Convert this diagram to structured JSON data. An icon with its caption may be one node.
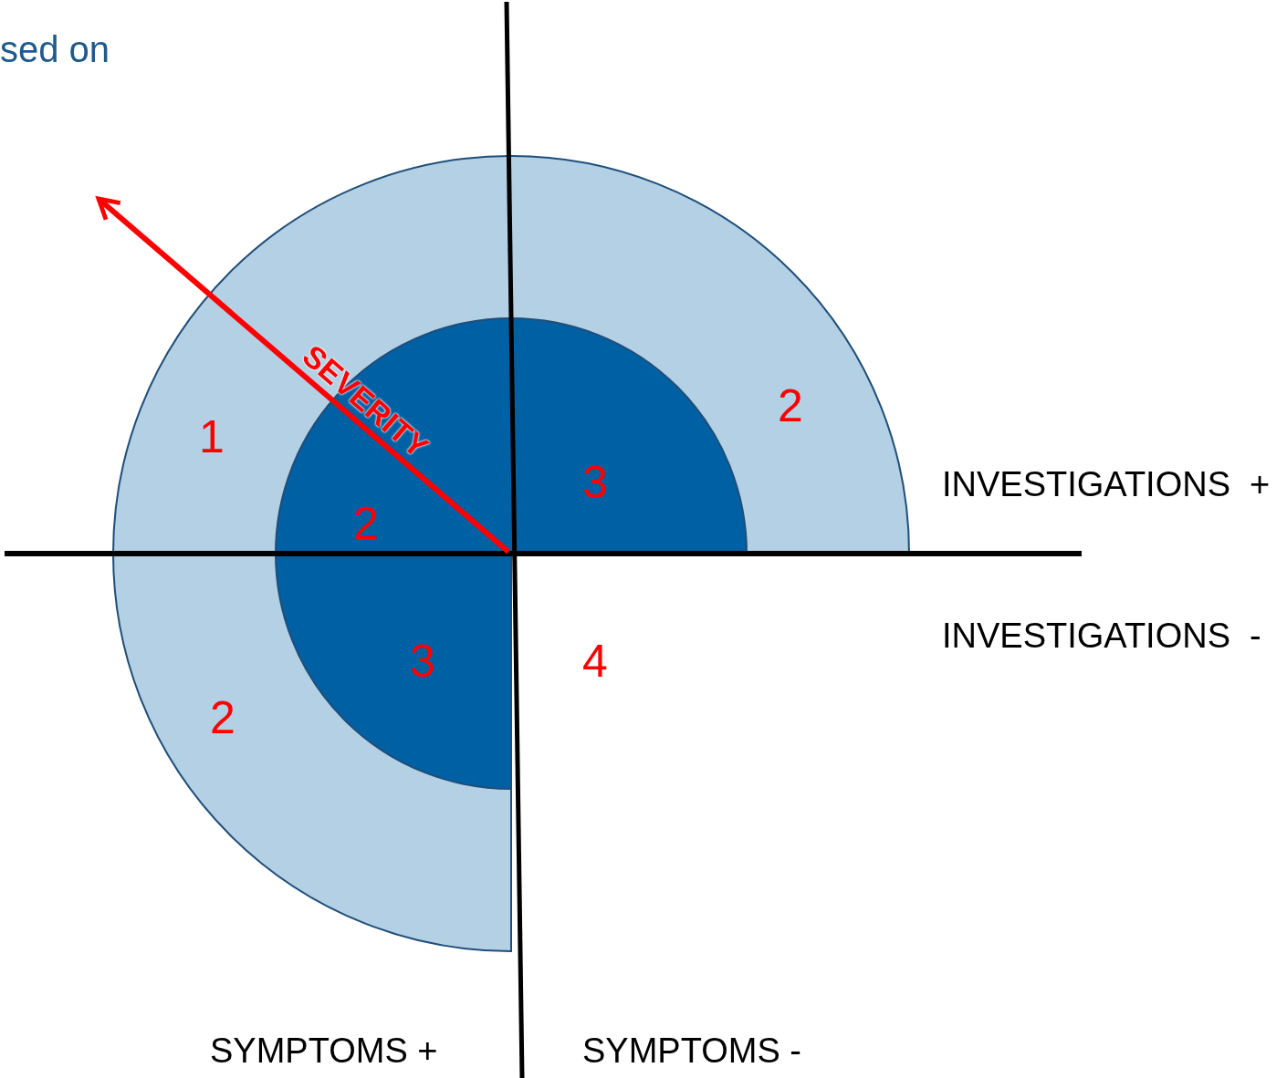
{
  "diagram": {
    "labels": [
      "sed on",
      "SEVERITY",
      "2",
      "1",
      "3",
      "INVESTIGATIONS  +",
      "2",
      "INVESTIGATIONS  -",
      "3",
      "4",
      "2",
      "SYMPTOMS +",
      "SYMPTOMS -"
    ]
  }
}
